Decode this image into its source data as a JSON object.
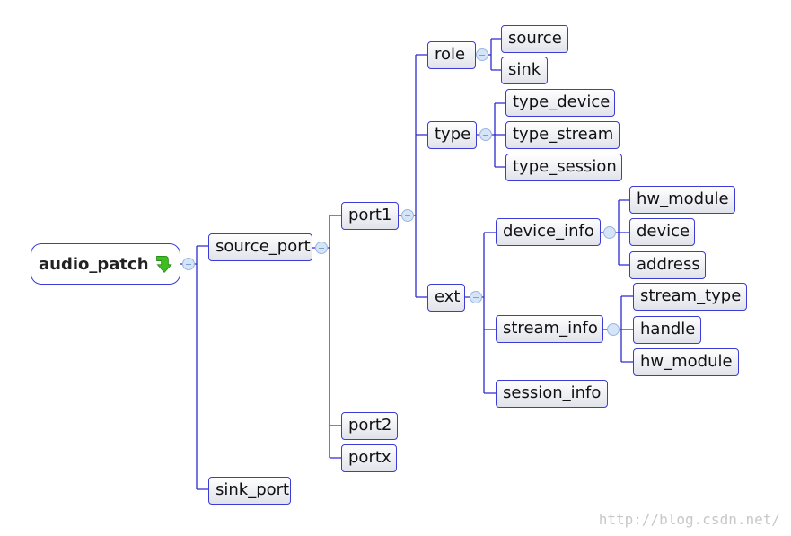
{
  "root": {
    "label": "audio_patch",
    "icon": "green-down-arrow-icon"
  },
  "nodes": {
    "source_port": "source_port",
    "sink_port": "sink_port",
    "port1": "port1",
    "port2": "port2",
    "portx": "portx",
    "role": "role",
    "role_source": "source",
    "role_sink": "sink",
    "type": "type",
    "type_device": "type_device",
    "type_stream": "type_stream",
    "type_session": "type_session",
    "ext": "ext",
    "device_info": "device_info",
    "device_hw_module": "hw_module",
    "device_device": "device",
    "device_address": "address",
    "stream_info": "stream_info",
    "stream_type": "stream_type",
    "stream_handle": "handle",
    "stream_hw_module": "hw_module",
    "session_info": "session_info"
  },
  "watermark": "http://blog.csdn.net/",
  "colors": {
    "connector": "#2b2bd0",
    "node_border": "#3b3bd6",
    "arrow": "#3fbf1f"
  }
}
